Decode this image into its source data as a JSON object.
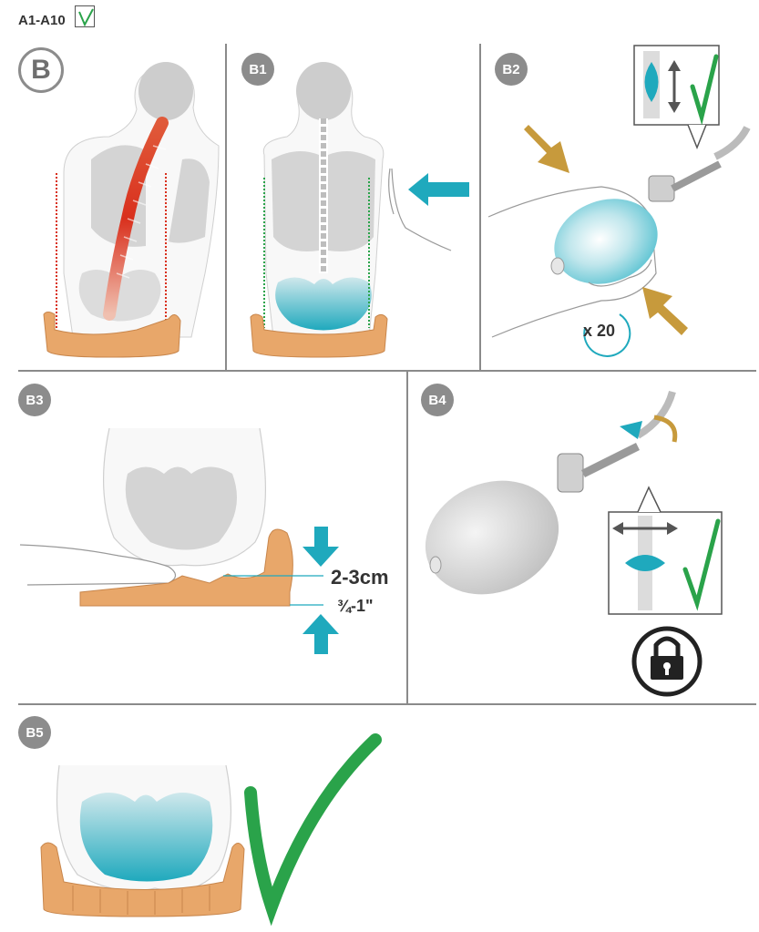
{
  "header": {
    "reference": "A1-A10",
    "section": "B"
  },
  "panels": {
    "b1": {
      "label": "B1"
    },
    "b2": {
      "label": "B2",
      "pump_count": "x 20"
    },
    "b3": {
      "label": "B3",
      "height_metric": "2-3cm",
      "height_imperial": "¾-1\""
    },
    "b4": {
      "label": "B4"
    },
    "b5": {
      "label": "B5"
    }
  },
  "colors": {
    "teal": "#1fa9bd",
    "cushion": "#e8a76a",
    "check_green": "#2aa34a",
    "arrow_gold": "#c79a3c",
    "spine_red": "#d9301d",
    "bone_gray": "#cdcdcd",
    "border_gray": "#8a8a8a"
  }
}
